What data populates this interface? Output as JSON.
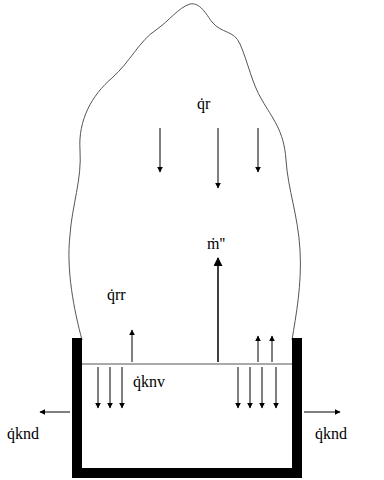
{
  "diagram": {
    "labels": [
      "q̇r",
      "ṁ''",
      "q̇rr",
      "q̇knv",
      "q̇knd",
      "q̇knd"
    ]
  }
}
